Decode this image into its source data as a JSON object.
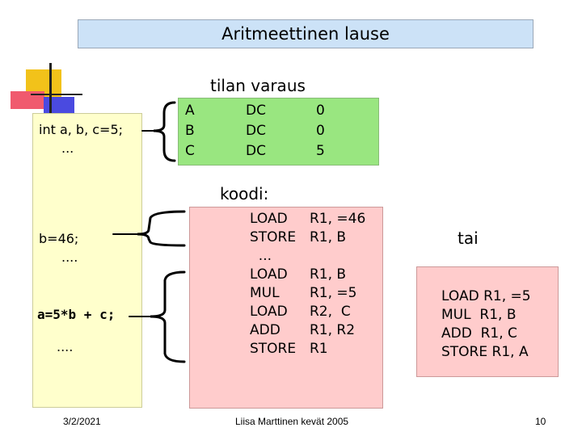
{
  "title": "Aritmeettinen lause",
  "source": {
    "decl": "int a, b, c=5;",
    "decl_dots": "...",
    "assign_b": "b=46;",
    "assign_b_dots": "....",
    "assign_a": "a=5*b + c;",
    "assign_a_dots": "...."
  },
  "allocation": {
    "heading": "tilan varaus",
    "rows": [
      {
        "name": "A",
        "type": "DC",
        "value": "0"
      },
      {
        "name": "B",
        "type": "DC",
        "value": "0"
      },
      {
        "name": "C",
        "type": "DC",
        "value": "5"
      }
    ]
  },
  "code": {
    "heading": "koodi:",
    "rows": [
      {
        "op": "LOAD",
        "args": "R1, =46"
      },
      {
        "op": "STORE",
        "args": "R1, B"
      },
      {
        "op": "  ...",
        "args": ""
      },
      {
        "op": "LOAD",
        "args": "R1, B"
      },
      {
        "op": "MUL",
        "args": "R1, =5"
      },
      {
        "op": "LOAD",
        "args": "R2,  C"
      },
      {
        "op": "ADD",
        "args": "R1, R2"
      },
      {
        "op": "STORE",
        "args": "R1"
      }
    ]
  },
  "alternative": {
    "heading": "tai",
    "lines": [
      "LOAD R1, =5",
      "MUL  R1, B",
      "ADD  R1, C",
      "STORE R1, A"
    ]
  },
  "footer": {
    "date": "3/2/2021",
    "author": "Liisa Marttinen kevät  2005",
    "page": "10"
  },
  "colors": {
    "title_bg": "#cce2f7",
    "source_bg": "#ffffcc",
    "alloc_bg": "#99e680",
    "code_bg": "#ffcccc"
  }
}
